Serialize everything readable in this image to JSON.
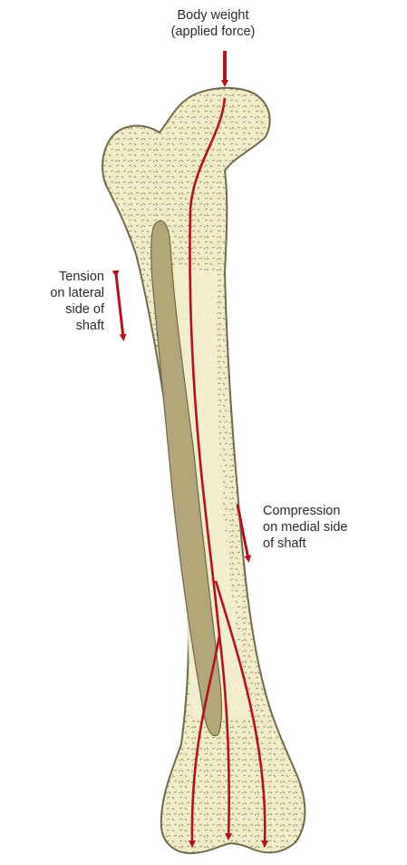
{
  "labels": {
    "body_weight": [
      "Body weight",
      "(applied force)"
    ],
    "tension": [
      "Tension",
      "on lateral",
      "side of",
      "shaft"
    ],
    "compression": [
      "Compression",
      "on medial side",
      "of shaft"
    ]
  },
  "colors": {
    "bone_fill": "#f1ecc6",
    "bone_outline": "#6f6a4c",
    "marrow": "#b3a679",
    "force_arrow": "#b3121c",
    "text": "#2a2a2a"
  }
}
